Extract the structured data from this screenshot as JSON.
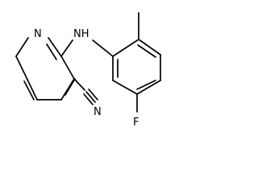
{
  "atom_labels": {
    "pyridine_nitrogen": "N",
    "amine_nh": "NH",
    "nitrile_nitrogen": "N",
    "fluorine": "F"
  }
}
